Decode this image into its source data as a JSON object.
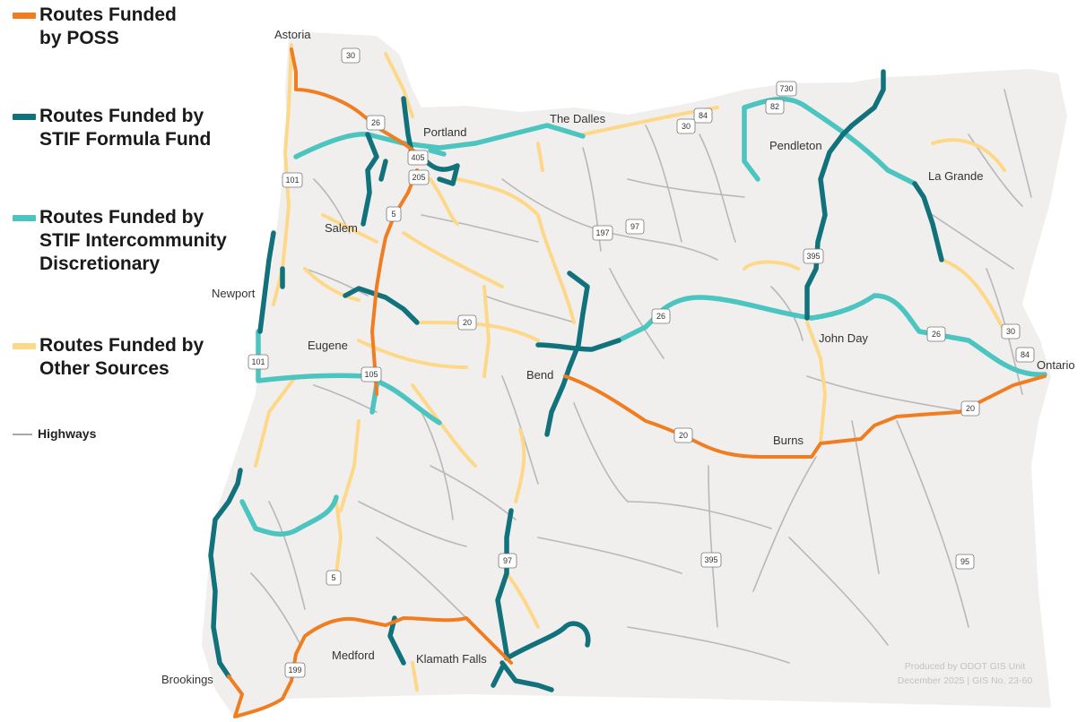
{
  "legend": {
    "items": [
      {
        "label": "Routes Funded\nby POSS",
        "color": "#f07d1f"
      },
      {
        "label": "Routes Funded by\nSTIF Formula Fund",
        "color": "#11727c"
      },
      {
        "label": "Routes Funded by\nSTIF Intercommunity\nDiscretionary",
        "color": "#4cc4c0"
      },
      {
        "label": "Routes Funded by\nOther Sources",
        "color": "#fed889"
      }
    ],
    "highways_label": "Highways",
    "highways_color": "#a8a8a8"
  },
  "cities": [
    {
      "name": "Astoria"
    },
    {
      "name": "Portland"
    },
    {
      "name": "The Dalles"
    },
    {
      "name": "Pendleton"
    },
    {
      "name": "La Grande"
    },
    {
      "name": "Salem"
    },
    {
      "name": "Newport"
    },
    {
      "name": "Eugene"
    },
    {
      "name": "Bend"
    },
    {
      "name": "John Day"
    },
    {
      "name": "Ontario"
    },
    {
      "name": "Burns"
    },
    {
      "name": "Medford"
    },
    {
      "name": "Klamath Falls"
    },
    {
      "name": "Brookings"
    }
  ],
  "shields": [
    {
      "label": "30"
    },
    {
      "label": "26"
    },
    {
      "label": "405"
    },
    {
      "label": "205"
    },
    {
      "label": "101"
    },
    {
      "label": "5"
    },
    {
      "label": "84"
    },
    {
      "label": "730"
    },
    {
      "label": "82"
    },
    {
      "label": "30"
    },
    {
      "label": "197"
    },
    {
      "label": "97"
    },
    {
      "label": "395"
    },
    {
      "label": "20"
    },
    {
      "label": "26"
    },
    {
      "label": "26"
    },
    {
      "label": "30"
    },
    {
      "label": "84"
    },
    {
      "label": "101"
    },
    {
      "label": "105"
    },
    {
      "label": "20"
    },
    {
      "label": "20"
    },
    {
      "label": "5"
    },
    {
      "label": "97"
    },
    {
      "label": "395"
    },
    {
      "label": "95"
    },
    {
      "label": "199"
    }
  ],
  "credit": {
    "line1": "Produced by ODOT GIS Unit",
    "line2": "December 2025 | GIS No. 23-60"
  },
  "colors": {
    "land": "#f1efed",
    "poss": "#f07d1f",
    "stif_formula": "#11727c",
    "stif_inter": "#4cc4c0",
    "other": "#fed889",
    "highway": "#a8a8a8"
  }
}
